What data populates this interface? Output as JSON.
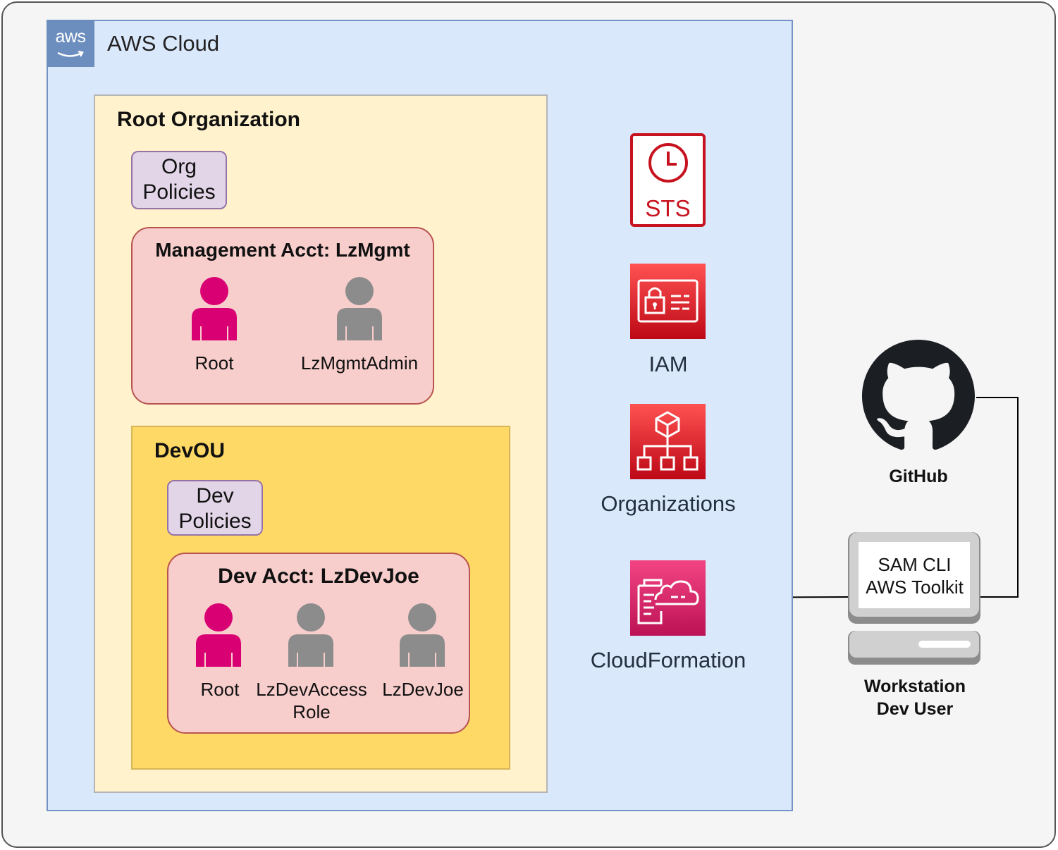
{
  "cloud": {
    "logo_text": "aws",
    "title": "AWS Cloud"
  },
  "root_org": {
    "title": "Root Organization",
    "policies_line1": "Org",
    "policies_line2": "Policies",
    "mgmt_account": {
      "title": "Management Acct: LzMgmt",
      "users": [
        {
          "label": "Root"
        },
        {
          "label": "LzMgmtAdmin"
        }
      ]
    }
  },
  "dev_ou": {
    "title": "DevOU",
    "policies_line1": "Dev",
    "policies_line2": "Policies",
    "dev_account": {
      "title": "Dev Acct: LzDevJoe",
      "users": [
        {
          "label": "Root"
        },
        {
          "label_line1": "LzDevAccess",
          "label_line2": "Role"
        },
        {
          "label": "LzDevJoe"
        }
      ]
    }
  },
  "services": {
    "sts": {
      "icon_text": "STS"
    },
    "iam": {
      "label": "IAM"
    },
    "organizations": {
      "label": "Organizations"
    },
    "cloudformation": {
      "label": "CloudFormation"
    }
  },
  "github": {
    "label": "GitHub"
  },
  "workstation": {
    "screen_line1": "SAM CLI",
    "screen_line2": "AWS Toolkit",
    "label_line1": "Workstation",
    "label_line2": "Dev User"
  },
  "colors": {
    "root_user": "#d80073",
    "iam_user": "#8c8c8c",
    "sts": "#c7131f",
    "iam": "#dd344c",
    "cloudformation": "#e7157b"
  }
}
